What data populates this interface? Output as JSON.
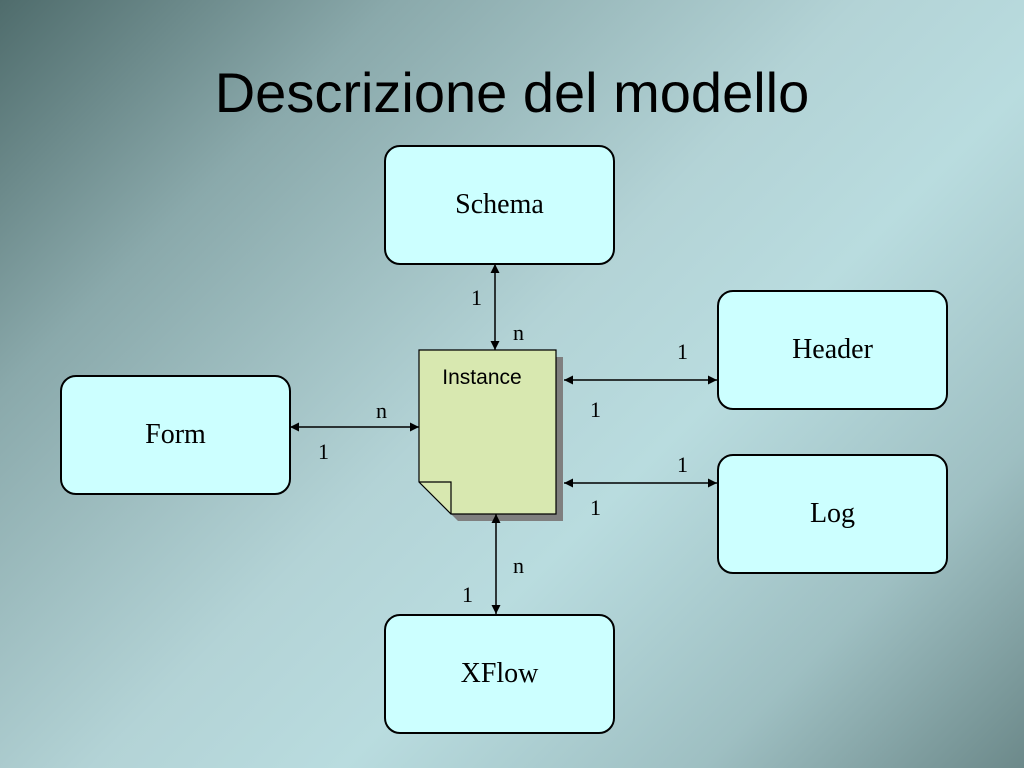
{
  "slide": {
    "title": "Descrizione del modello"
  },
  "diagram": {
    "nodes": {
      "schema": "Schema",
      "header": "Header",
      "form": "Form",
      "log": "Log",
      "xflow": "XFlow",
      "instance": "Instance"
    },
    "edges": {
      "schema_instance": {
        "schema_end": "1",
        "instance_end": "n"
      },
      "header_instance": {
        "header_end": "1",
        "instance_end": "1"
      },
      "form_instance": {
        "instance_end": "n",
        "form_end": "1"
      },
      "log_instance": {
        "log_end": "1",
        "instance_end": "1"
      },
      "xflow_instance": {
        "instance_end": "n",
        "xflow_end": "1"
      }
    }
  }
}
